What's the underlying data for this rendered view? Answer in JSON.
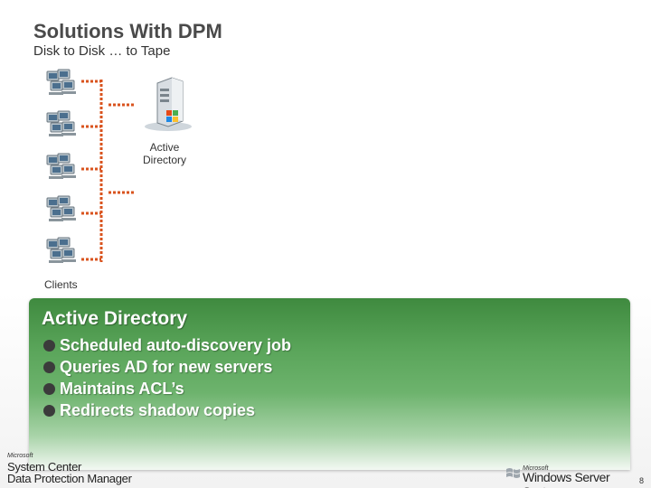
{
  "slide": {
    "title": "Solutions With DPM",
    "subtitle": "Disk to Disk … to Tape",
    "page_number": "8"
  },
  "diagram": {
    "server_label_line1": "Active",
    "server_label_line2": "Directory",
    "clients_label": "Clients",
    "client_icon": "computer-cluster-icon",
    "server_icon": "windows-server-icon",
    "link_color": "#d9531e"
  },
  "panel": {
    "heading": "Active Directory",
    "bullets": [
      "Scheduled auto-discovery job",
      "Queries AD for new servers",
      "Maintains ACL’s",
      "Redirects shadow copies"
    ],
    "accent": "#5aa55a"
  },
  "footer": {
    "brand": "Microsoft",
    "product_line1": "System Center",
    "product_line2": "Data Protection Manager",
    "windows_brand": "Microsoft",
    "windows_product": "Windows Server System"
  }
}
